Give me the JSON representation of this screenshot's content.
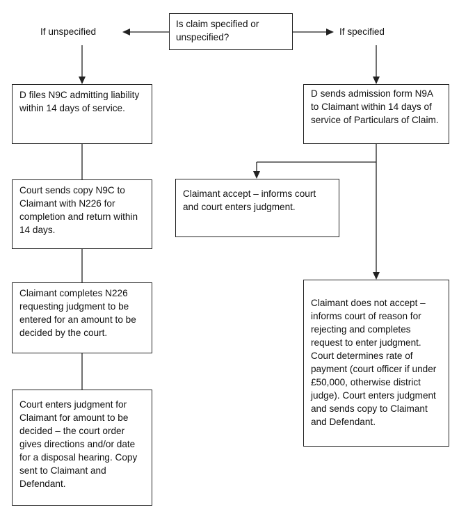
{
  "question": {
    "line1": "Is claim specified or",
    "line2": "unspecified?"
  },
  "branch_labels": {
    "unspecified": "If unspecified",
    "specified": "If specified"
  },
  "left": {
    "n9c_filed": "D files N9C admitting liability within 14 days of service.",
    "copy_sent": "Court sends copy N9C to Claimant with N226 for completion and return within 14 days.",
    "n226_completed": "Claimant completes N226 requesting judgment to be entered for an amount to be decided by the court.",
    "judgment_entered": "Court enters judgment for Claimant for amount to be decided – the court order gives directions and/or date for a disposal hearing. Copy sent to Claimant and Defendant."
  },
  "right": {
    "n9a_sent": "D sends admission form N9A to Claimant within 14 days of service of Particulars of Claim.",
    "accept": "Claimant accept – informs court and court enters judgment.",
    "not_accept": "Claimant does not accept – informs court of reason for rejecting and completes request to enter judgment. Court determines rate of payment (court officer if under £50,000, otherwise district judge). Court enters judgment and sends copy to Claimant and Defendant."
  }
}
